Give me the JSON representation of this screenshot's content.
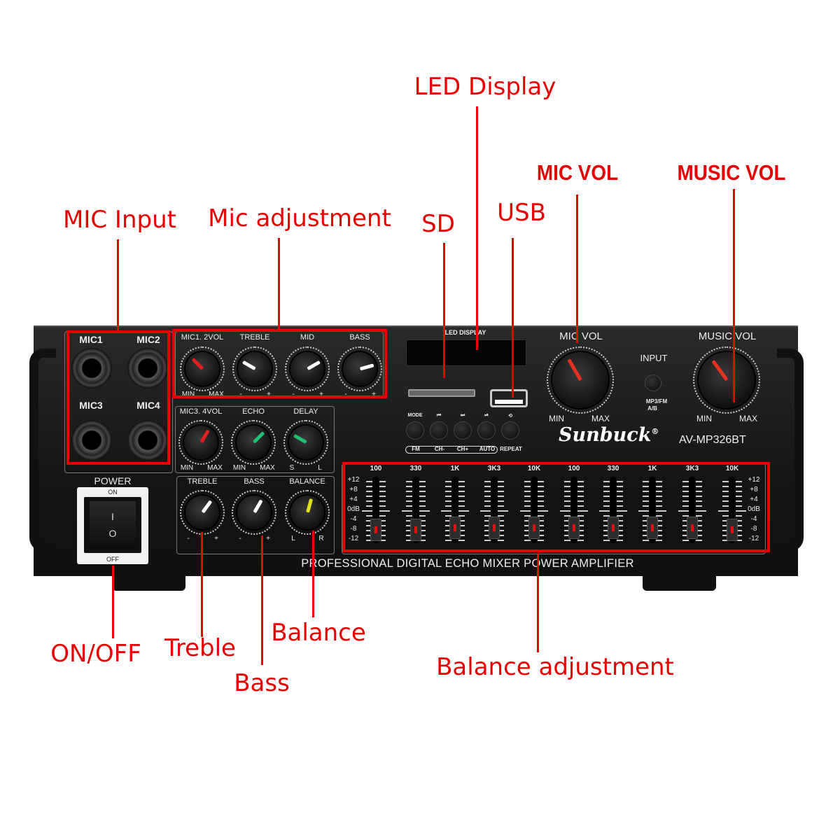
{
  "annotations": {
    "led_display": "LED Display",
    "mic_vol": "MIC VOL",
    "music_vol": "MUSIC VOL",
    "mic_input": "MIC Input",
    "mic_adjustment": "Mic adjustment",
    "sd": "SD",
    "usb": "USB",
    "on_off": "ON/OFF",
    "treble": "Treble",
    "balance": "Balance",
    "bass": "Bass",
    "balance_adjustment": "Balance adjustment"
  },
  "device": {
    "brand": "Sunbuck",
    "registered": "®",
    "model": "AV-MP326BT",
    "footer": "PROFESSIONAL DIGITAL ECHO MIXER POWER AMPLIFIER",
    "mic_jacks": [
      "MIC1",
      "MIC2",
      "MIC3",
      "MIC4"
    ],
    "power": {
      "label": "POWER",
      "on": "ON",
      "off": "OFF",
      "i": "I",
      "o": "O"
    },
    "led_label": "LED DISPLAY",
    "mic_vol": "MIC VOL",
    "music_vol": "MUSIC VOL",
    "min": "MIN",
    "max": "MAX",
    "input": {
      "label": "INPUT",
      "opt1": "MP3/FM",
      "opt2": "A/B"
    },
    "media_buttons": [
      "MODE",
      "⏮",
      "⏭",
      "⏯",
      "⟲"
    ],
    "media_functions": [
      "FM",
      "CH-",
      "CH+",
      "AUTO",
      "REPEAT"
    ],
    "knob_groups": [
      {
        "labels": [
          "MIC1. 2VOL",
          "TREBLE",
          "MID",
          "BASS"
        ],
        "levels": [
          0.35,
          0.3,
          0.7,
          0.75
        ],
        "colors": [
          "#e02020",
          "#fff",
          "#fff",
          "#fff"
        ],
        "ends": [
          [
            "MIN",
            "MAX"
          ],
          [
            "-",
            "+"
          ],
          [
            "-",
            "+"
          ],
          [
            "-",
            "+"
          ]
        ]
      },
      {
        "labels": [
          "MIC3. 4VOL",
          "ECHO",
          "DELAY"
        ],
        "levels": [
          0.6,
          0.65,
          0.3
        ],
        "colors": [
          "#e02020",
          "#20c070",
          "#20c070"
        ],
        "ends": [
          [
            "MIN",
            "MAX"
          ],
          [
            "MIN",
            "MAX"
          ],
          [
            "S",
            "L"
          ]
        ]
      },
      {
        "labels": [
          "TREBLE",
          "BASS",
          "BALANCE"
        ],
        "levels": [
          0.62,
          0.6,
          0.55
        ],
        "colors": [
          "#fff",
          "#fff",
          "#e0e020"
        ],
        "ends": [
          [
            "-",
            "+"
          ],
          [
            "-",
            "+"
          ],
          [
            "L",
            "R"
          ]
        ]
      }
    ],
    "volume_levels": {
      "mic_vol": 0.4,
      "music_vol": 0.38
    },
    "eq": {
      "bands": [
        "100",
        "330",
        "1K",
        "3K3",
        "10K",
        "100",
        "330",
        "1K",
        "3K3",
        "10K"
      ],
      "scale": [
        "+12",
        "+8",
        "+4",
        "0dB",
        "-4",
        "-8",
        "-12"
      ],
      "values_db": [
        -8,
        -8,
        -7,
        -7,
        -7,
        -7,
        -7,
        -7,
        -7,
        -8
      ]
    }
  }
}
